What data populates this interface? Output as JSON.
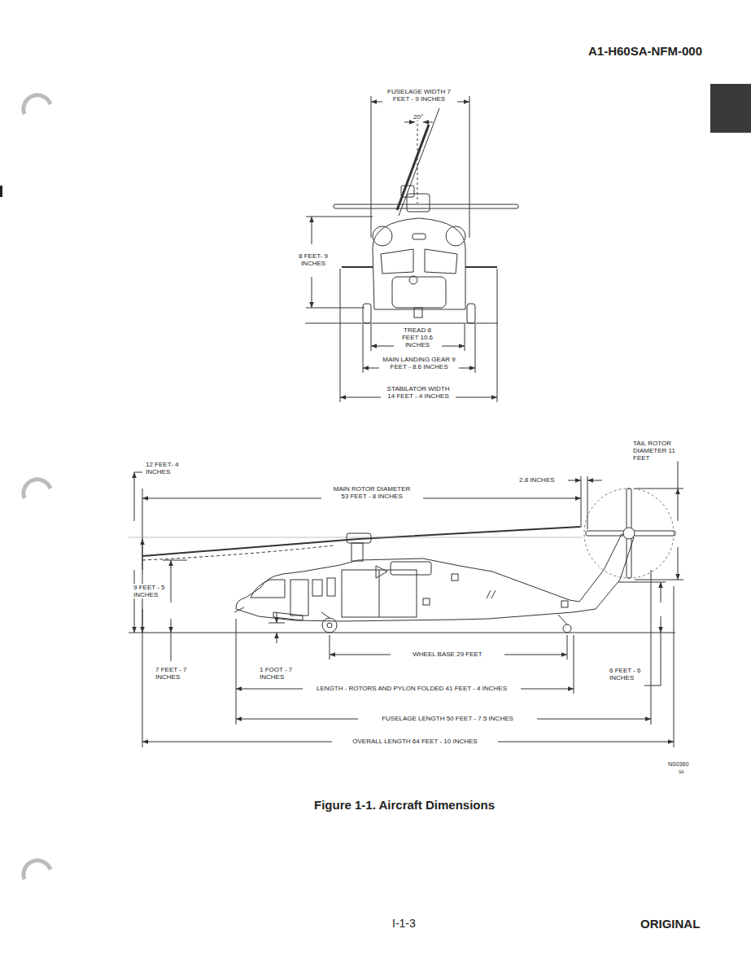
{
  "diagram": {
    "caption": "Figure 1-1. Aircraft Dimensions",
    "labels": [
      "A1-H60SA-NFM-000",
      "FUSELAGE WIDTH 7 FEET - 9 INCHES",
      "20°",
      "8 FEET- 9 INCHES",
      "TREAD 8 FEET 10.6 INCHES",
      "MAIN LANDING GEAR 9 FEET - 8.6 INCHES",
      "STABILATOR WIDTH 14 FEET - 4 INCHES",
      "TAIL ROTOR DIAMETER 11 FEET",
      "12 FEET- 4 INCHES",
      "2.8 INCHES",
      "MAIN ROTOR DIAMETER 53 FEET - 8 INCHES",
      "9 FEET - 5 INCHES",
      "WHEEL BASE 29 FEET",
      "7 FEET - 7 INCHES",
      "1 FOOT - 7 INCHES",
      "6 FEET - 6 INCHES",
      "LENGTH - ROTORS AND PYLON FOLDED 41 FEET - 4 INCHES",
      "FUSELAGE LENGTH 50 FEET - 7.5 INCHES",
      "OVERALL LENGTH 64 FEET - 10 INCHES",
      "NS0360",
      "SA",
      "I-1-3",
      "ORIGINAL"
    ]
  }
}
